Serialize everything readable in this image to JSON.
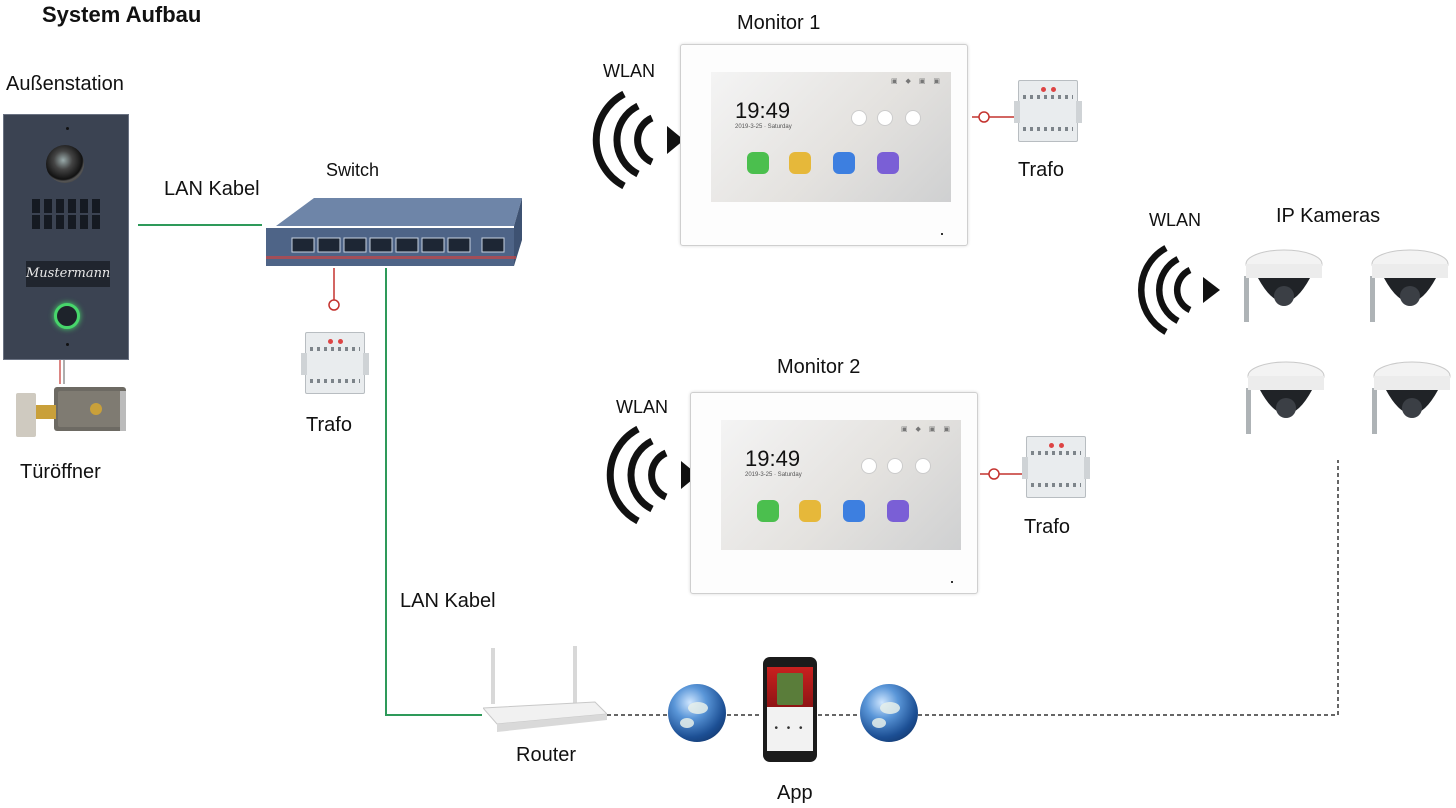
{
  "title": "System Aufbau",
  "labels": {
    "door_station": "Außenstation",
    "door_opener": "Türöffner",
    "lan_cable_1": "LAN Kabel",
    "lan_cable_2": "LAN Kabel",
    "switch": "Switch",
    "trafo_switch": "Trafo",
    "trafo_monitor1": "Trafo",
    "trafo_monitor2": "Trafo",
    "monitor1": "Monitor 1",
    "monitor2": "Monitor 2",
    "wlan_monitor1": "WLAN",
    "wlan_monitor2": "WLAN",
    "wlan_cameras": "WLAN",
    "ip_cameras": "IP Kameras",
    "router": "Router",
    "app": "App"
  },
  "door_station": {
    "nameplate": "Mustermann"
  },
  "monitor1_screen": {
    "time": "19:49",
    "date": "2019-3-25 · Saturday"
  },
  "monitor2_screen": {
    "time": "19:49",
    "date": "2019-3-25 · Saturday"
  },
  "colors": {
    "lan_wire": "#2e9a5a",
    "power_wire": "#c4332f",
    "wireless_link": "#333333",
    "door_panel": "#3b4352",
    "switch_body": "#4e6487",
    "app_green": "#4bbf4e",
    "app_yellow": "#e6b83a",
    "app_blue": "#3d7fe0",
    "app_purple": "#7a5fd6"
  },
  "icons": {
    "wifi": "wifi-waves-icon",
    "globe": "globe-icon",
    "camera": "dome-camera-icon",
    "router": "router-icon",
    "phone": "smartphone-icon"
  }
}
